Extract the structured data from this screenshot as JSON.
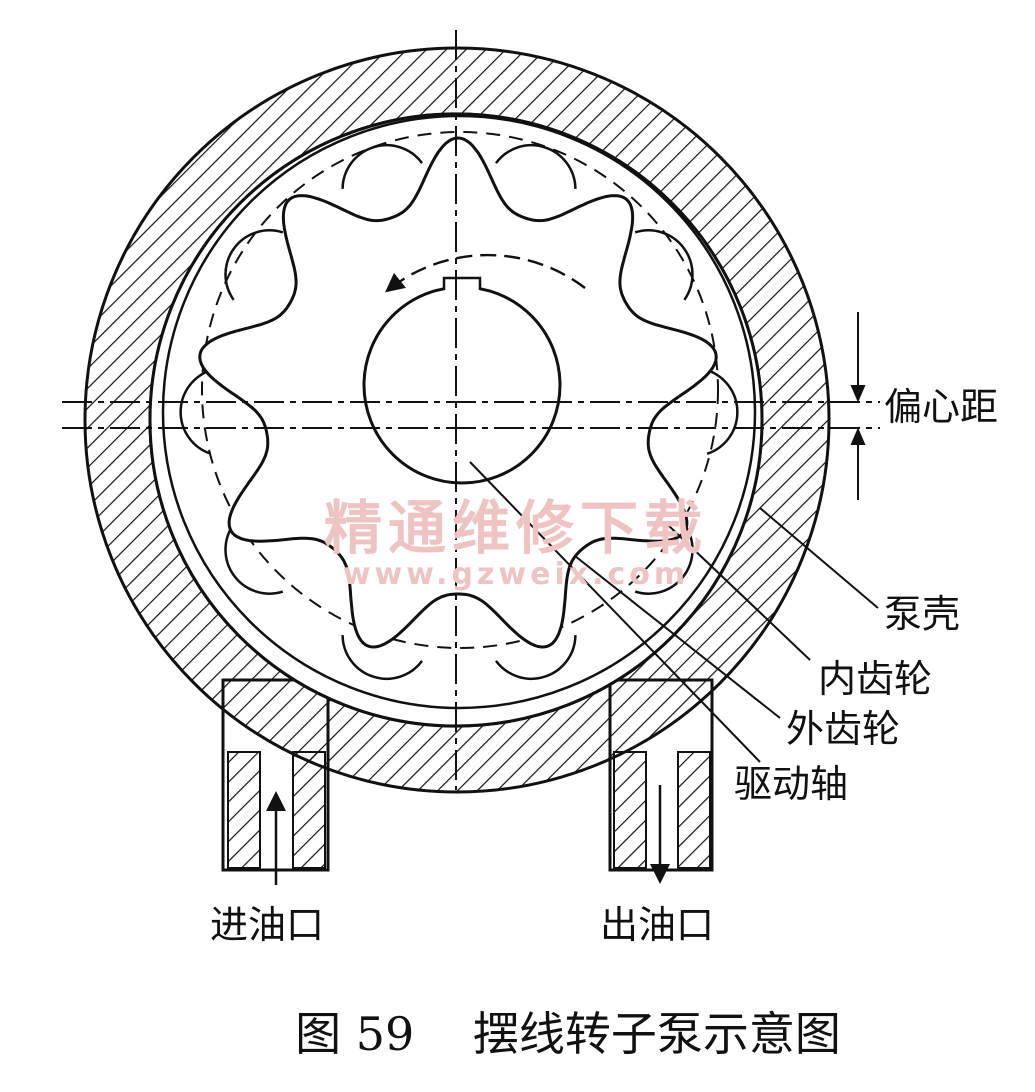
{
  "caption": "图 59    摆线转子泵示意图",
  "labels": {
    "eccentric": "偏心距",
    "housing": "泵壳",
    "inner_gear": "内齿轮",
    "outer_gear": "外齿轮",
    "drive_shaft": "驱动轴",
    "inlet": "进油口",
    "outlet": "出油口"
  },
  "watermark": {
    "title": "精通维修下载",
    "url": "www.gzweix.com"
  },
  "colors": {
    "line": "#111111",
    "watermark": "#f0c3c3",
    "background": "#ffffff"
  }
}
